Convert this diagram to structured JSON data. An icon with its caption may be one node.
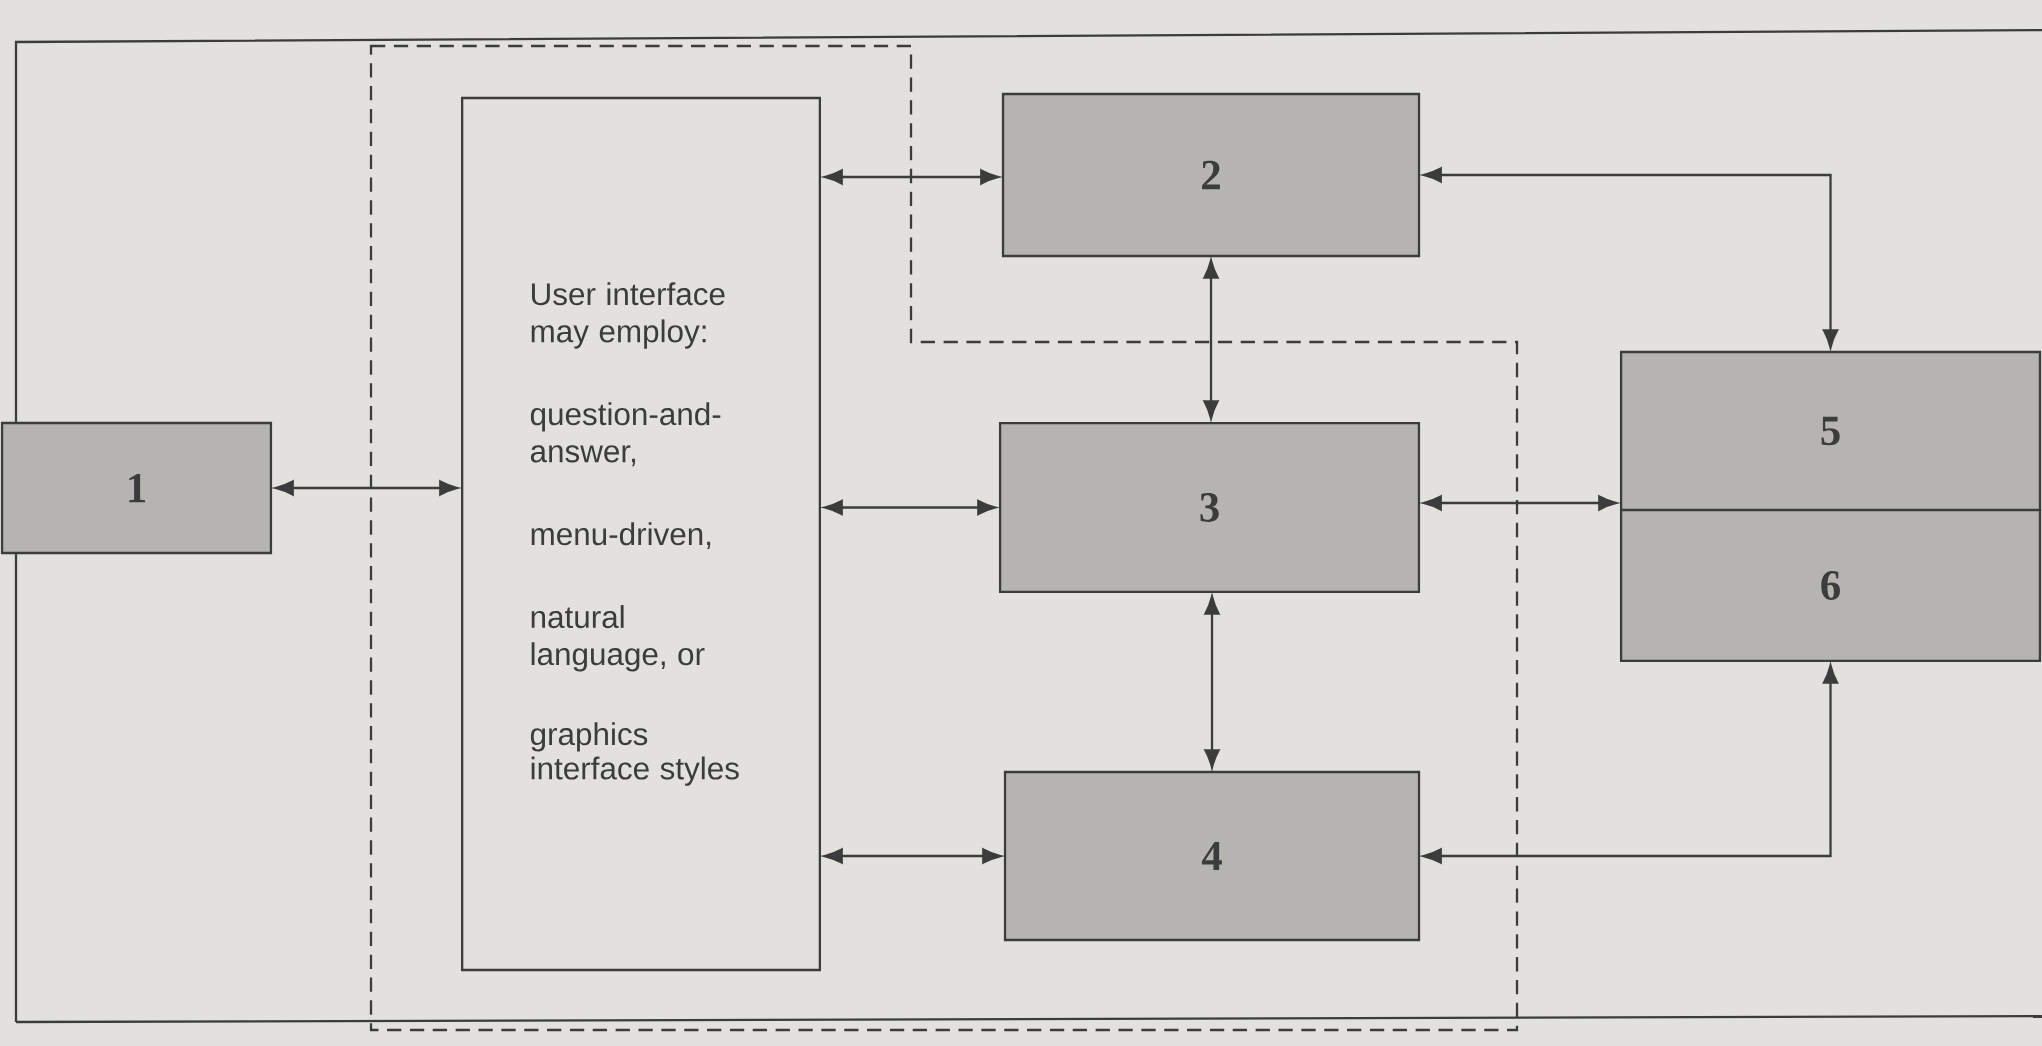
{
  "diagram": {
    "nodes": [
      {
        "text": [
          "1"
        ]
      },
      {
        "text": [
          "User interface may employ:",
          "question-and-answer,",
          "menu-driven,",
          "natural language, or",
          "graphics interface styles"
        ]
      },
      {
        "text": [
          "2"
        ]
      },
      {
        "text": [
          "3"
        ]
      },
      {
        "text": [
          "4"
        ]
      },
      {
        "text": [
          "5"
        ]
      },
      {
        "text": [
          "6"
        ]
      }
    ],
    "edges": [
      {
        "from": 0,
        "to": 1,
        "arrow": "both"
      },
      {
        "from": 1,
        "to": 2,
        "arrow": "both"
      },
      {
        "from": 1,
        "to": 3,
        "arrow": "both"
      },
      {
        "from": 1,
        "to": 4,
        "arrow": "both"
      },
      {
        "from": 2,
        "to": 3,
        "arrow": "both"
      },
      {
        "from": 3,
        "to": 4,
        "arrow": "both"
      },
      {
        "from": 2,
        "to": 5,
        "arrow": "both"
      },
      {
        "from": 3,
        "to": 5,
        "arrow": "both"
      },
      {
        "from": 4,
        "to": 6,
        "arrow": "both"
      }
    ]
  }
}
